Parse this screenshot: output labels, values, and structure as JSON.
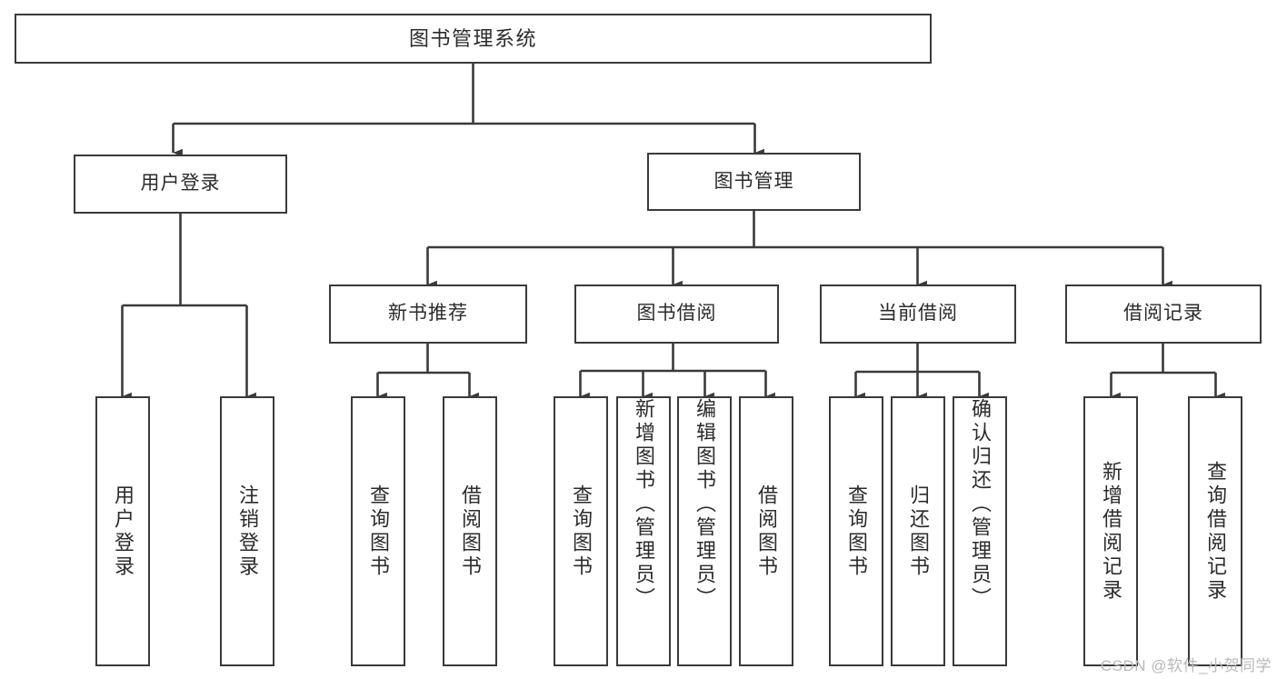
{
  "diagram": {
    "type": "tree-hierarchy",
    "title": "图书管理系统",
    "watermark": "CSDN @软件_小贺同学",
    "colors": {
      "stroke": "#3a3a3a",
      "fill": "#ffffff",
      "text": "#2b2b2b",
      "watermark": "#b9b9b9"
    },
    "nodes": {
      "root": {
        "label": "图书管理系统"
      },
      "level2": [
        {
          "id": "user-login",
          "label": "用户登录"
        },
        {
          "id": "book-manage",
          "label": "图书管理"
        }
      ],
      "level3": [
        {
          "id": "new-book-rec",
          "label": "新书推荐"
        },
        {
          "id": "book-borrow",
          "label": "图书借阅"
        },
        {
          "id": "current-borrow",
          "label": "当前借阅"
        },
        {
          "id": "borrow-record",
          "label": "借阅记录"
        }
      ],
      "leaves": {
        "user_login": [
          {
            "id": "leaf-user-login",
            "label": "用户登录"
          },
          {
            "id": "leaf-logout-login",
            "label": "注销登录"
          }
        ],
        "new_book_rec": [
          {
            "id": "leaf-query-book-1",
            "label": "查询图书"
          },
          {
            "id": "leaf-borrow-book-1",
            "label": "借阅图书"
          }
        ],
        "book_borrow": [
          {
            "id": "leaf-query-book-2",
            "label": "查询图书"
          },
          {
            "id": "leaf-add-book",
            "label": "新增图书（管理员）"
          },
          {
            "id": "leaf-edit-book",
            "label": "编辑图书（管理员）"
          },
          {
            "id": "leaf-borrow-book-2",
            "label": "借阅图书"
          }
        ],
        "current_borrow": [
          {
            "id": "leaf-query-book-3",
            "label": "查询图书"
          },
          {
            "id": "leaf-return-book",
            "label": "归还图书"
          },
          {
            "id": "leaf-confirm-return",
            "label": "确认归还（管理员）"
          }
        ],
        "borrow_record": [
          {
            "id": "leaf-add-record",
            "label": "新增借阅记录"
          },
          {
            "id": "leaf-query-record",
            "label": "查询借阅记录"
          }
        ]
      }
    }
  }
}
